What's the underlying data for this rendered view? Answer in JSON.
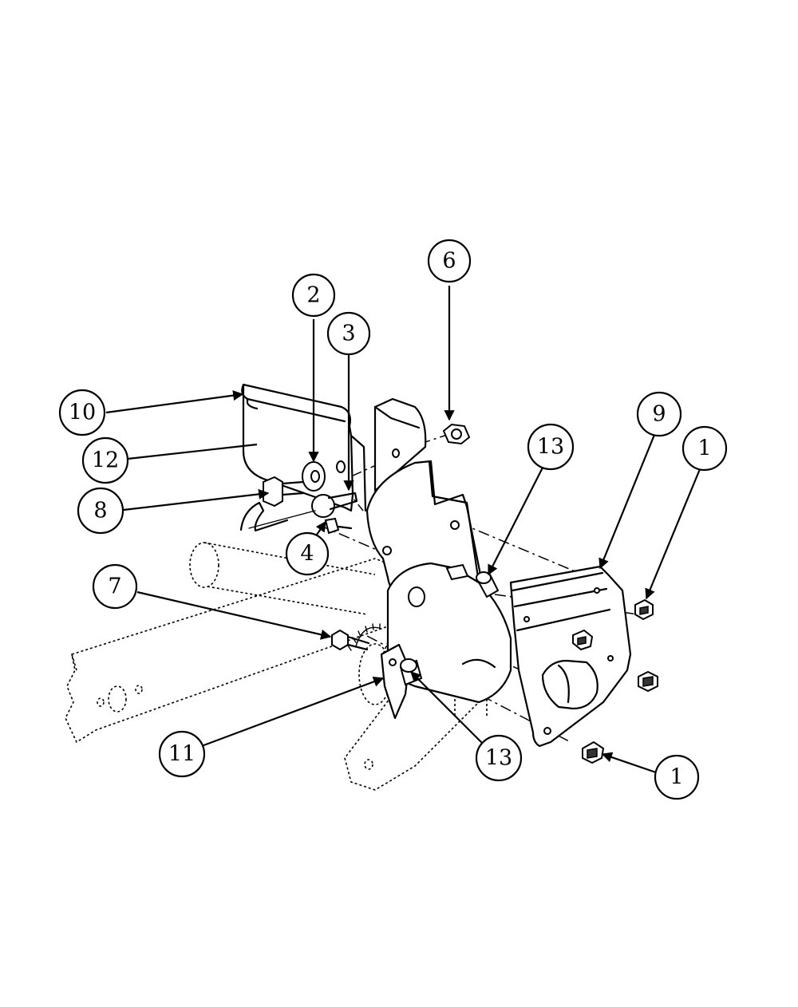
{
  "callouts": [
    {
      "id": "c6",
      "label": "6"
    },
    {
      "id": "c2",
      "label": "2"
    },
    {
      "id": "c3",
      "label": "3"
    },
    {
      "id": "c10",
      "label": "10"
    },
    {
      "id": "c12",
      "label": "12"
    },
    {
      "id": "c8",
      "label": "8"
    },
    {
      "id": "c4",
      "label": "4"
    },
    {
      "id": "c13a",
      "label": "13"
    },
    {
      "id": "c9",
      "label": "9"
    },
    {
      "id": "c1a",
      "label": "1"
    },
    {
      "id": "c7",
      "label": "7"
    },
    {
      "id": "c11",
      "label": "11"
    },
    {
      "id": "c13b",
      "label": "13"
    },
    {
      "id": "c1b",
      "label": "1"
    }
  ],
  "colors": {
    "line": "#000000",
    "background": "#ffffff"
  }
}
